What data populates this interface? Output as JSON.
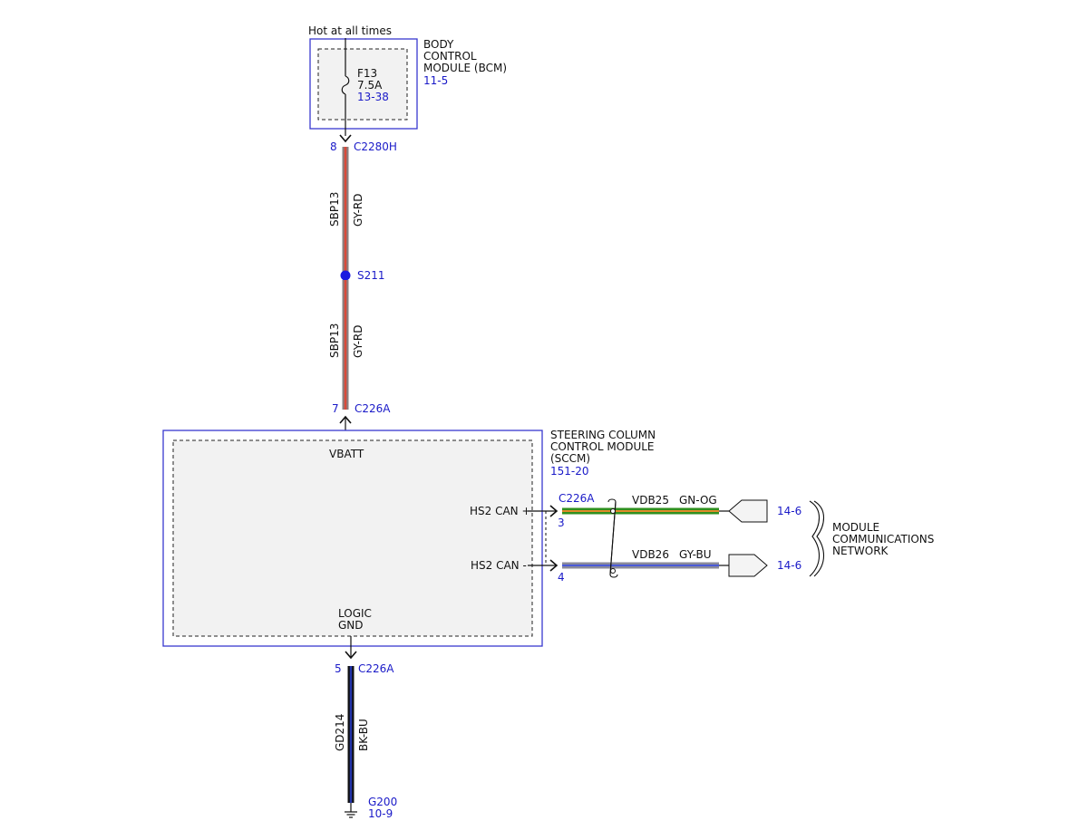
{
  "colors": {
    "ref_blue": "#1a1ac8",
    "module_border": "#3838d0",
    "module_fill": "#f2f2f2",
    "wire_gy_rd_outer": "#8a7f7f",
    "wire_gy_rd_inner": "#d94a3a",
    "wire_gn_og_outer": "#2f8f1e",
    "wire_gn_og_inner": "#e08a2a",
    "wire_gy_bu_outer": "#8a8a9a",
    "wire_gy_bu_inner": "#4a5ad8",
    "wire_bk_bu_outer": "#111111",
    "wire_bk_bu_inner": "#2233aa",
    "splice": "#1a1ae0"
  },
  "power_source": {
    "label": "Hot at all times"
  },
  "bcm": {
    "name_line1": "BODY",
    "name_line2": "CONTROL",
    "name_line3": "MODULE (BCM)",
    "ref": "11-5",
    "fuse": {
      "id": "F13",
      "rating": "7.5A",
      "ref": "13-38"
    }
  },
  "connector_c2280h": {
    "pin": "8",
    "name": "C2280H"
  },
  "wire_top": {
    "circuit": "SBP13",
    "color": "GY-RD"
  },
  "splice_s211": {
    "name": "S211",
    "icon": "splice-dot-icon"
  },
  "wire_mid": {
    "circuit": "SBP13",
    "color": "GY-RD"
  },
  "connector_c226a_vbatt": {
    "pin": "7",
    "name": "C226A"
  },
  "sccm": {
    "name_line1": "STEERING COLUMN",
    "name_line2": "CONTROL MODULE",
    "name_line3": "(SCCM)",
    "ref": "151-20",
    "pin_vbatt": "VBATT",
    "pin_can_plus": "HS2 CAN +",
    "pin_can_minus": "HS2 CAN -",
    "pin_logic_line1": "LOGIC",
    "pin_logic_line2": "GND"
  },
  "can_connector": {
    "name": "C226A",
    "pin_plus": "3",
    "pin_minus": "4"
  },
  "wire_can_plus": {
    "circuit": "VDB25",
    "color": "GN-OG",
    "ref": "14-6"
  },
  "wire_can_minus": {
    "circuit": "VDB26",
    "color": "GY-BU",
    "ref": "14-6"
  },
  "network": {
    "line1": "MODULE",
    "line2": "COMMUNICATIONS",
    "line3": "NETWORK"
  },
  "connector_c226a_gnd": {
    "pin": "5",
    "name": "C226A"
  },
  "wire_ground": {
    "circuit": "GD214",
    "color": "BK-BU"
  },
  "ground": {
    "name": "G200",
    "ref": "10-9",
    "icon": "ground-icon"
  }
}
